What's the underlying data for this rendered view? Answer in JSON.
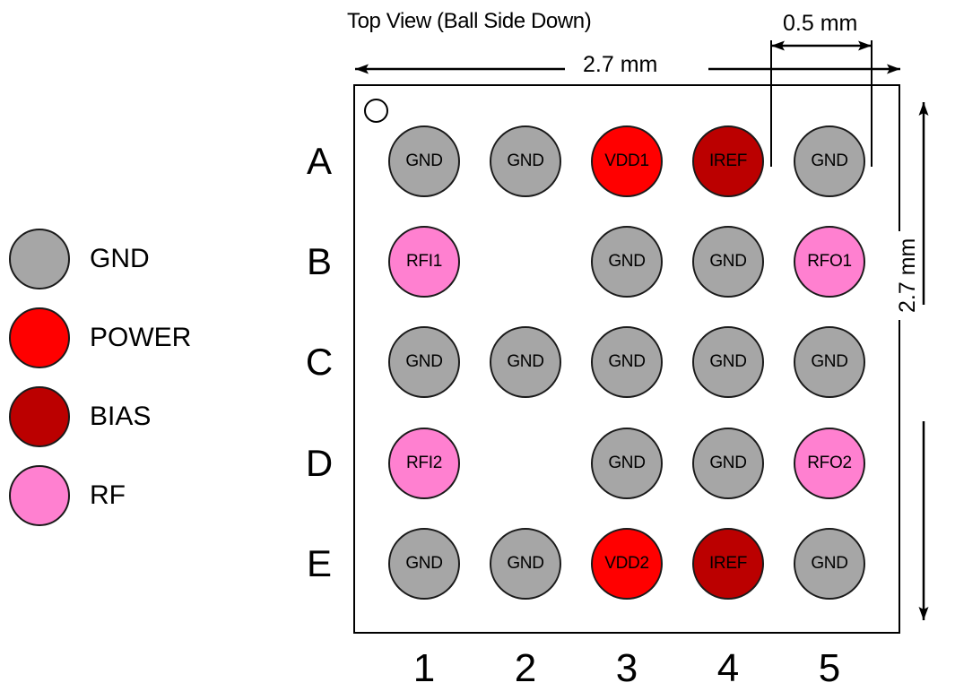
{
  "title": "Top View (Ball Side Down)",
  "legend": {
    "items": [
      {
        "label": "GND",
        "color": "#A6A6A6"
      },
      {
        "label": "POWER",
        "color": "#FF0000"
      },
      {
        "label": "BIAS",
        "color": "#BB0000"
      },
      {
        "label": "RF",
        "color": "#FF80D0"
      }
    ]
  },
  "dimensions": {
    "width": "2.7 mm",
    "height": "2.7 mm",
    "pitch": "0.5 mm"
  },
  "grid": {
    "row_labels": [
      "A",
      "B",
      "C",
      "D",
      "E"
    ],
    "col_labels": [
      "1",
      "2",
      "3",
      "4",
      "5"
    ],
    "balls": [
      {
        "row": "A",
        "col": "1",
        "label": "GND",
        "type": "GND"
      },
      {
        "row": "A",
        "col": "2",
        "label": "GND",
        "type": "GND"
      },
      {
        "row": "A",
        "col": "3",
        "label": "VDD1",
        "type": "POWER"
      },
      {
        "row": "A",
        "col": "4",
        "label": "IREF",
        "type": "BIAS"
      },
      {
        "row": "A",
        "col": "5",
        "label": "GND",
        "type": "GND"
      },
      {
        "row": "B",
        "col": "1",
        "label": "RFI1",
        "type": "RF"
      },
      {
        "row": "B",
        "col": "3",
        "label": "GND",
        "type": "GND"
      },
      {
        "row": "B",
        "col": "4",
        "label": "GND",
        "type": "GND"
      },
      {
        "row": "B",
        "col": "5",
        "label": "RFO1",
        "type": "RF"
      },
      {
        "row": "C",
        "col": "1",
        "label": "GND",
        "type": "GND"
      },
      {
        "row": "C",
        "col": "2",
        "label": "GND",
        "type": "GND"
      },
      {
        "row": "C",
        "col": "3",
        "label": "GND",
        "type": "GND"
      },
      {
        "row": "C",
        "col": "4",
        "label": "GND",
        "type": "GND"
      },
      {
        "row": "C",
        "col": "5",
        "label": "GND",
        "type": "GND"
      },
      {
        "row": "D",
        "col": "1",
        "label": "RFI2",
        "type": "RF"
      },
      {
        "row": "D",
        "col": "3",
        "label": "GND",
        "type": "GND"
      },
      {
        "row": "D",
        "col": "4",
        "label": "GND",
        "type": "GND"
      },
      {
        "row": "D",
        "col": "5",
        "label": "RFO2",
        "type": "RF"
      },
      {
        "row": "E",
        "col": "1",
        "label": "GND",
        "type": "GND"
      },
      {
        "row": "E",
        "col": "2",
        "label": "GND",
        "type": "GND"
      },
      {
        "row": "E",
        "col": "3",
        "label": "VDD2",
        "type": "POWER"
      },
      {
        "row": "E",
        "col": "4",
        "label": "IREF",
        "type": "BIAS"
      },
      {
        "row": "E",
        "col": "5",
        "label": "GND",
        "type": "GND"
      }
    ]
  }
}
